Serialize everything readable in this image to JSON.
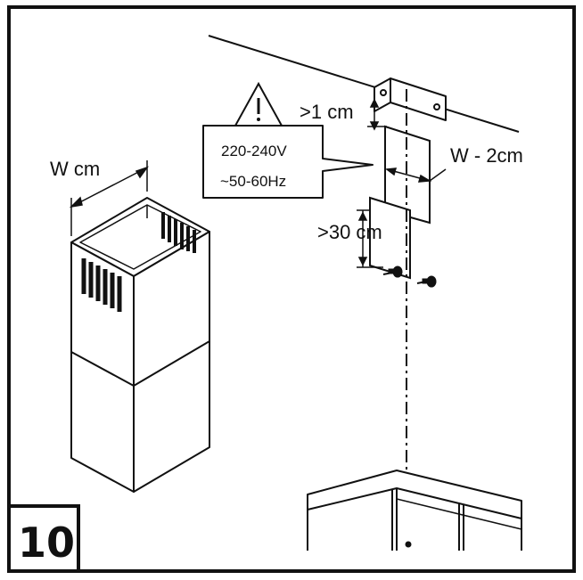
{
  "step_number": "10",
  "labels": {
    "width": "W cm",
    "gap_top": ">1 cm",
    "bracket_width": "W - 2cm",
    "gap_bracket": ">30 cm"
  },
  "warning": {
    "icon": "warning-triangle-icon",
    "voltage": "220-240V",
    "frequency": "~50-60Hz"
  }
}
